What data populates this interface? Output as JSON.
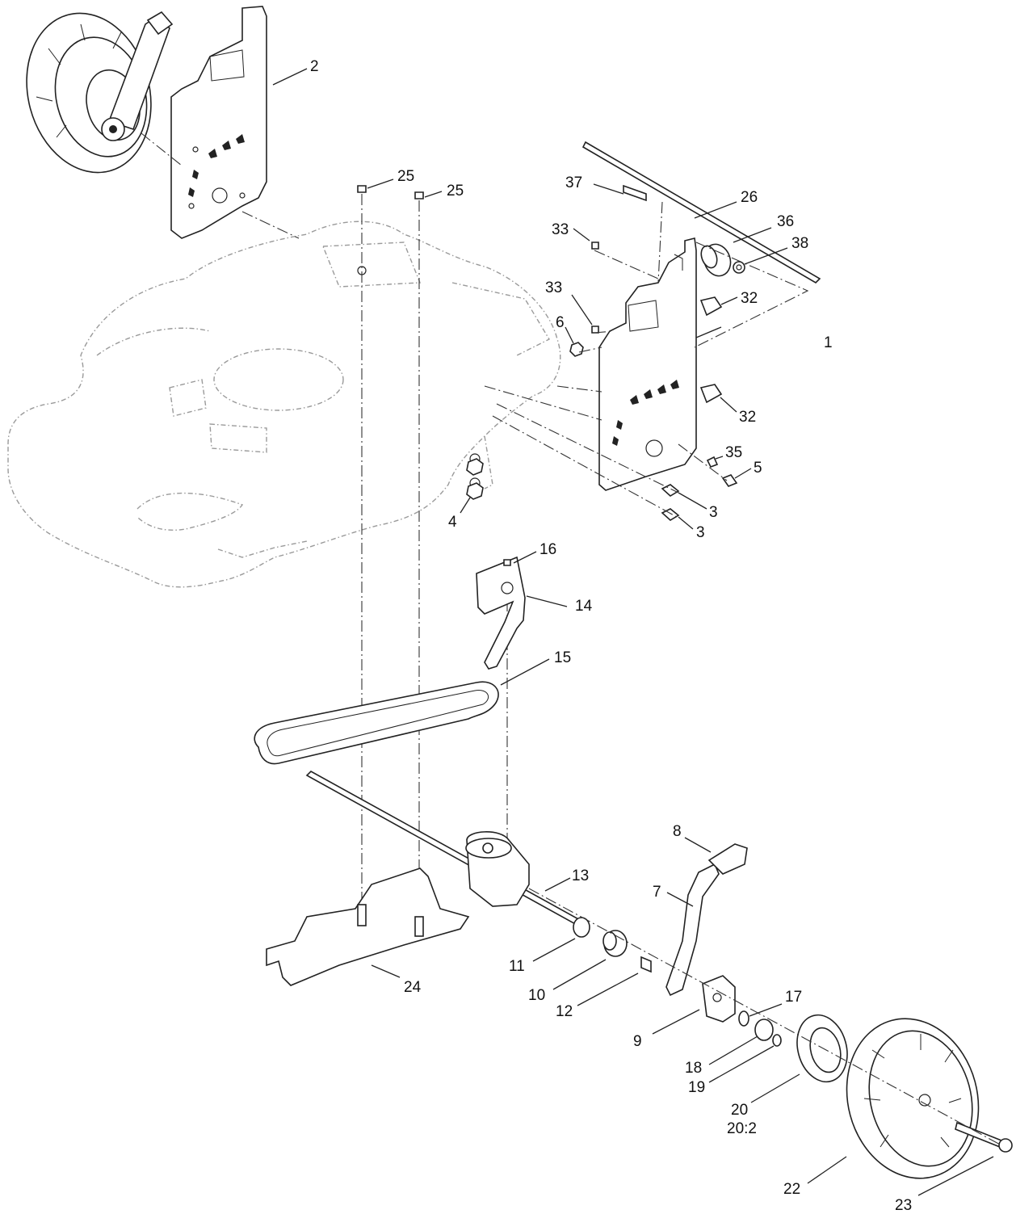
{
  "callouts": [
    "1",
    "2",
    "3",
    "3",
    "4",
    "5",
    "6",
    "7",
    "8",
    "9",
    "10",
    "11",
    "12",
    "13",
    "14",
    "15",
    "16",
    "17",
    "18",
    "19",
    "20",
    "20:2",
    "22",
    "23",
    "24",
    "25",
    "25",
    "26",
    "32",
    "32",
    "33",
    "33",
    "35",
    "36",
    "37",
    "38"
  ]
}
